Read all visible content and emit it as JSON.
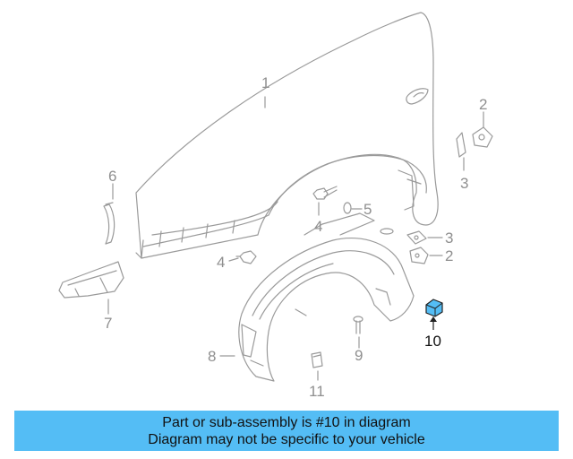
{
  "callouts": {
    "c1": "1",
    "c2a": "2",
    "c3a": "3",
    "c6": "6",
    "c4a": "4",
    "c5": "5",
    "c3b": "3",
    "c2b": "2",
    "c4b": "4",
    "c7": "7",
    "c10": "10",
    "c8": "8",
    "c9": "9",
    "c11": "11"
  },
  "banner": {
    "line1": "Part or sub-assembly is #10 in diagram",
    "line2": "Diagram may not be specific to your vehicle"
  },
  "colors": {
    "banner": "#54bdf5",
    "line_art": "#9a9a9a",
    "highlight_part": "#54bdf5"
  }
}
